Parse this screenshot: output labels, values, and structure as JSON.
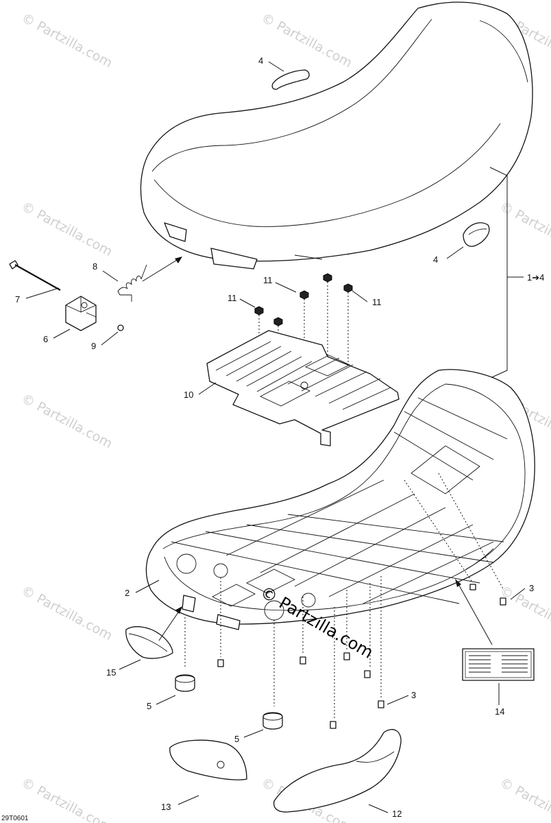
{
  "diagram": {
    "code": "29T0601",
    "watermark": "© Partzilla.com",
    "callouts": {
      "c1": "1➔4",
      "c2": "2",
      "c3a": "3",
      "c3b": "3",
      "c4a": "4",
      "c4b": "4",
      "c5a": "5",
      "c5b": "5",
      "c6": "6",
      "c7": "7",
      "c8": "8",
      "c9": "9",
      "c10": "10",
      "c11a": "11",
      "c11b": "11",
      "c11c": "11",
      "c12": "12",
      "c13": "13",
      "c14": "14",
      "c15": "15"
    }
  }
}
